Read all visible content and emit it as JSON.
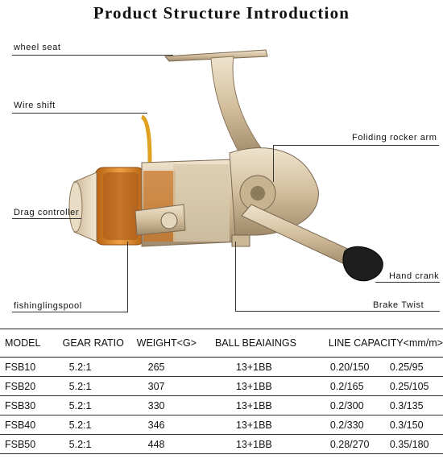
{
  "title": "Product Structure Introduction",
  "labels": {
    "wheel_seat": "wheel seat",
    "wire_shift": "Wire  shift",
    "drag_controller": "Drag controller",
    "fishing_spool": "fishinglingspool",
    "folding_rocker_arm": "Foliding rocker arm",
    "hand_crank": "Hand crank",
    "brake_twist": "Brake Twist"
  },
  "table": {
    "headers": [
      "MODEL",
      "GEAR RATIO",
      "WEIGHT<G>",
      "BALL BEAIAINGS",
      "LINE CAPACITY<mm/m>"
    ],
    "rows": [
      {
        "model": "FSB10",
        "gear": "5.2:1",
        "weight": "265",
        "bearings": "13+1BB",
        "cap1": "0.20/150",
        "cap2": "0.25/95"
      },
      {
        "model": "FSB20",
        "gear": "5.2:1",
        "weight": "307",
        "bearings": "13+1BB",
        "cap1": "0.2/165",
        "cap2": "0.25/105"
      },
      {
        "model": "FSB30",
        "gear": "5.2:1",
        "weight": "330",
        "bearings": "13+1BB",
        "cap1": "0.2/300",
        "cap2": "0.3/135"
      },
      {
        "model": "FSB40",
        "gear": "5.2:1",
        "weight": "346",
        "bearings": "13+1BB",
        "cap1": "0.2/330",
        "cap2": "0.3/150"
      },
      {
        "model": "FSB50",
        "gear": "5.2:1",
        "weight": "448",
        "bearings": "13+1BB",
        "cap1": "0.28/270",
        "cap2": "0.35/180"
      }
    ]
  },
  "colors": {
    "body": "#d9c7a8",
    "body_dark": "#9e8a6c",
    "spool_orange": "#d9822b",
    "bail_gold": "#e0a020",
    "knob": "#222222"
  }
}
